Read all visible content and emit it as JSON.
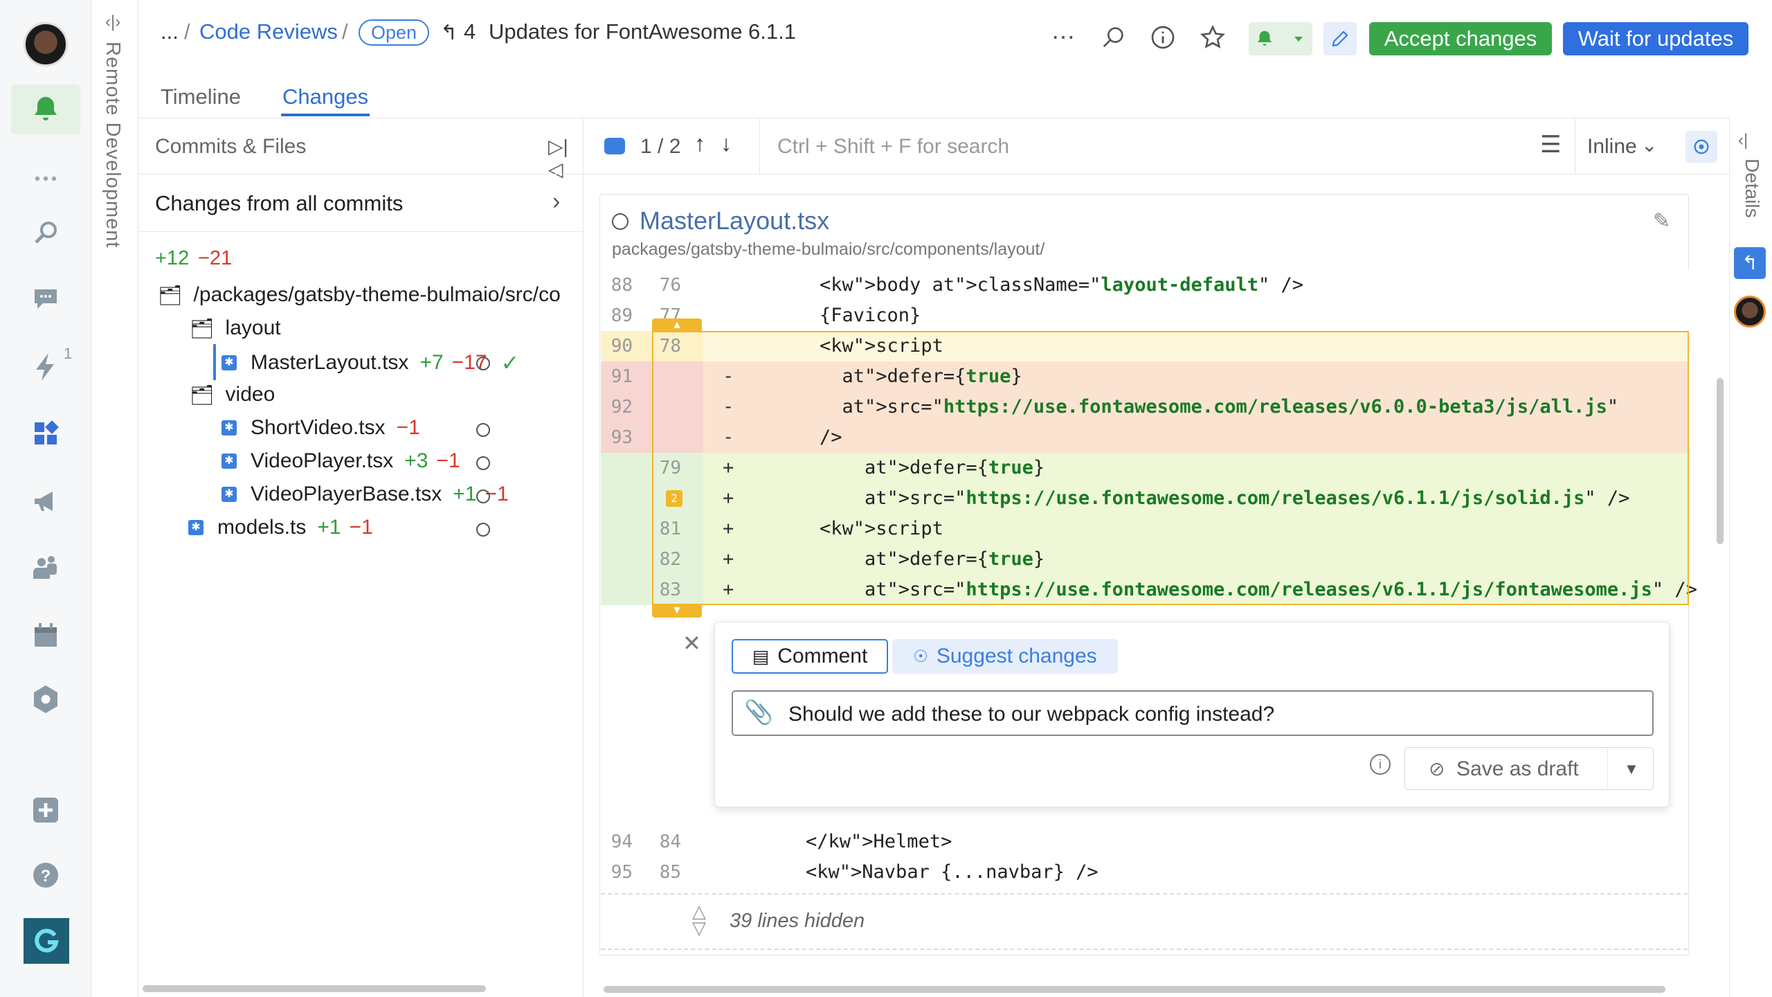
{
  "header": {
    "crumb_ellipsis": "...",
    "crumb_slash": "/",
    "crumb_reviews": "Code Reviews",
    "status": "Open",
    "review_num": "4",
    "title": "Updates for FontAwesome 6.1.1",
    "accept": "Accept changes",
    "wait": "Wait for updates"
  },
  "tabs": [
    "Timeline",
    "Changes"
  ],
  "remote_label": "Remote Development",
  "rail": {
    "badge": "1"
  },
  "left_panel": {
    "title": "Commits & Files",
    "all_commits": "Changes from all commits",
    "total_add": "+12",
    "total_del": "−21",
    "path": "/packages/gatsby-theme-bulmaio/src/co",
    "folders": [
      "layout",
      "video"
    ],
    "files": [
      {
        "name": "MasterLayout.tsx",
        "add": "+7",
        "del": "−17"
      },
      {
        "name": "ShortVideo.tsx",
        "add": "",
        "del": "−1"
      },
      {
        "name": "VideoPlayer.tsx",
        "add": "+3",
        "del": "−1"
      },
      {
        "name": "VideoPlayerBase.tsx",
        "add": "+1",
        "del": "−1"
      },
      {
        "name": "models.ts",
        "add": "+1",
        "del": "−1"
      }
    ]
  },
  "toolbar": {
    "counter": "1 / 2",
    "search_placeholder": "Ctrl + Shift + F for search",
    "view": "Inline"
  },
  "file_header": {
    "name": "MasterLayout.tsx",
    "path": "packages/gatsby-theme-bulmaio/src/components/layout/"
  },
  "diff": [
    {
      "o": "88",
      "n": "76",
      "m": "",
      "type": "ctx",
      "code": "<body className=\"layout-default\" />"
    },
    {
      "o": "89",
      "n": "77",
      "m": "",
      "type": "ctx",
      "code": "{Favicon}"
    },
    {
      "o": "90",
      "n": "78",
      "m": "",
      "type": "hl",
      "code": "<script"
    },
    {
      "o": "91",
      "n": "",
      "m": "-",
      "type": "del",
      "code": "  defer={true}"
    },
    {
      "o": "92",
      "n": "",
      "m": "-",
      "type": "del",
      "code": "  src=\"https://use.fontawesome.com/releases/v6.0.0-beta3/js/all.js\""
    },
    {
      "o": "93",
      "n": "",
      "m": "-",
      "type": "del",
      "code": "/>"
    },
    {
      "o": "",
      "n": "79",
      "m": "+",
      "type": "add",
      "code": "    defer={true}"
    },
    {
      "o": "",
      "n": "2",
      "m": "+",
      "type": "add",
      "code": "    src=\"https://use.fontawesome.com/releases/v6.1.1/js/solid.js\" />"
    },
    {
      "o": "",
      "n": "81",
      "m": "+",
      "type": "add",
      "code": "<script"
    },
    {
      "o": "",
      "n": "82",
      "m": "+",
      "type": "add",
      "code": "    defer={true}"
    },
    {
      "o": "",
      "n": "83",
      "m": "+",
      "type": "add",
      "code": "    src=\"https://use.fontawesome.com/releases/v6.1.1/js/fontawesome.js\" />"
    }
  ],
  "diff_after": [
    {
      "o": "94",
      "n": "84",
      "code": "</Helmet>"
    },
    {
      "o": "95",
      "n": "85",
      "code": "<Navbar {...navbar} />"
    }
  ],
  "hidden": "39 lines hidden",
  "comment": {
    "tab_comment": "Comment",
    "tab_suggest": "Suggest changes",
    "text": "Should we add these to our webpack config instead?",
    "save": "Save as draft"
  },
  "details_label": "Details"
}
